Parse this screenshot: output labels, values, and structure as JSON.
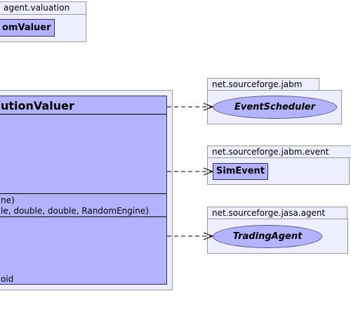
{
  "packages": {
    "valuation": {
      "label": "agent.valuation"
    },
    "jabm": {
      "label": "net.sourceforge.jabm"
    },
    "jabm_event": {
      "label": "net.sourceforge.jabm.event"
    },
    "jasa_agent": {
      "label": "net.sourceforge.jasa.agent"
    }
  },
  "classes": {
    "random_valuer": {
      "name": "omValuer"
    },
    "main": {
      "name": "utionValuer",
      "operations": [
        "ne)",
        "le, double, double, RandomEngine)",
        "oid"
      ]
    },
    "event_scheduler": {
      "name": "EventScheduler"
    },
    "sim_event": {
      "name": "SimEvent"
    },
    "trading_agent": {
      "name": "TradingAgent"
    }
  },
  "colors": {
    "class_fill": "#b3b3ff",
    "package_fill": "#eeeeff",
    "package_border": "#999999"
  }
}
